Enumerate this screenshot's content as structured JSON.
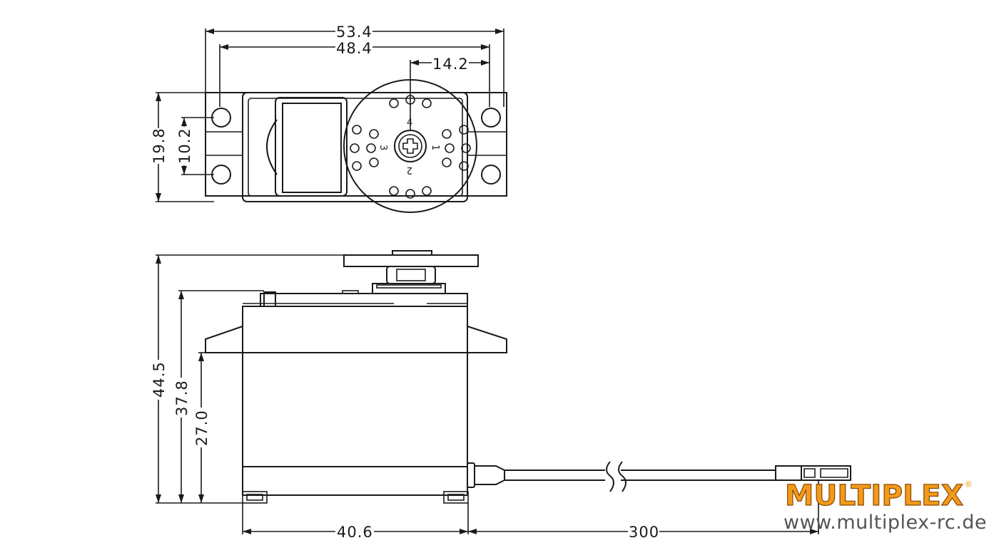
{
  "dimensions": {
    "top_width_outer": "53.4",
    "top_width_holes": "48.4",
    "top_shaft_offset": "14.2",
    "top_height_outer": "19.8",
    "top_height_holes": "10.2",
    "side_height_total": "44.5",
    "side_height_case": "37.8",
    "side_height_mount": "27.0",
    "side_width_body": "40.6",
    "cable_length": "300"
  },
  "horn_labels": {
    "top": "4",
    "left": "3",
    "right": "1",
    "bottom": "2"
  },
  "brand": {
    "logo_text": "MULTIPLEX",
    "registered": "®",
    "url": "www.multiplex-rc.de"
  },
  "colors": {
    "line": "#1a1a1a",
    "brand_orange": "#f39a1a",
    "url_gray": "#555555"
  }
}
